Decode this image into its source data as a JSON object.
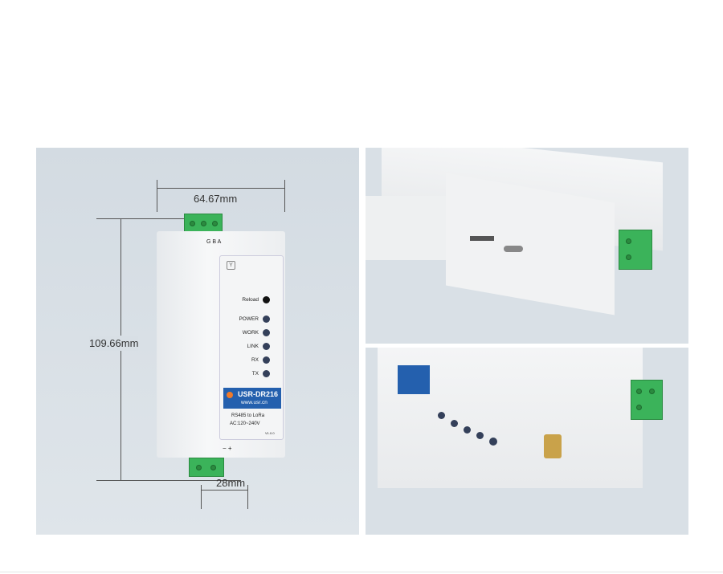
{
  "dimensions": {
    "width": "64.67mm",
    "height": "109.66mm",
    "depth": "28mm"
  },
  "device": {
    "terminal_top_labels": "G B A",
    "terminal_bottom_labels": "−  +",
    "reload_label": "Reload",
    "leds": [
      "POWER",
      "WORK",
      "LINK",
      "RX",
      "TX"
    ],
    "brand_name": "USR-DR216",
    "brand_url": "www.usr.cn",
    "description": "RS485 to LoRa",
    "power_spec": "AC:120~240V",
    "version": "V1.0.0"
  },
  "colors": {
    "background": "#d6dee4",
    "brand_blue": "#2460ae",
    "terminal_green": "#3bb35a"
  }
}
